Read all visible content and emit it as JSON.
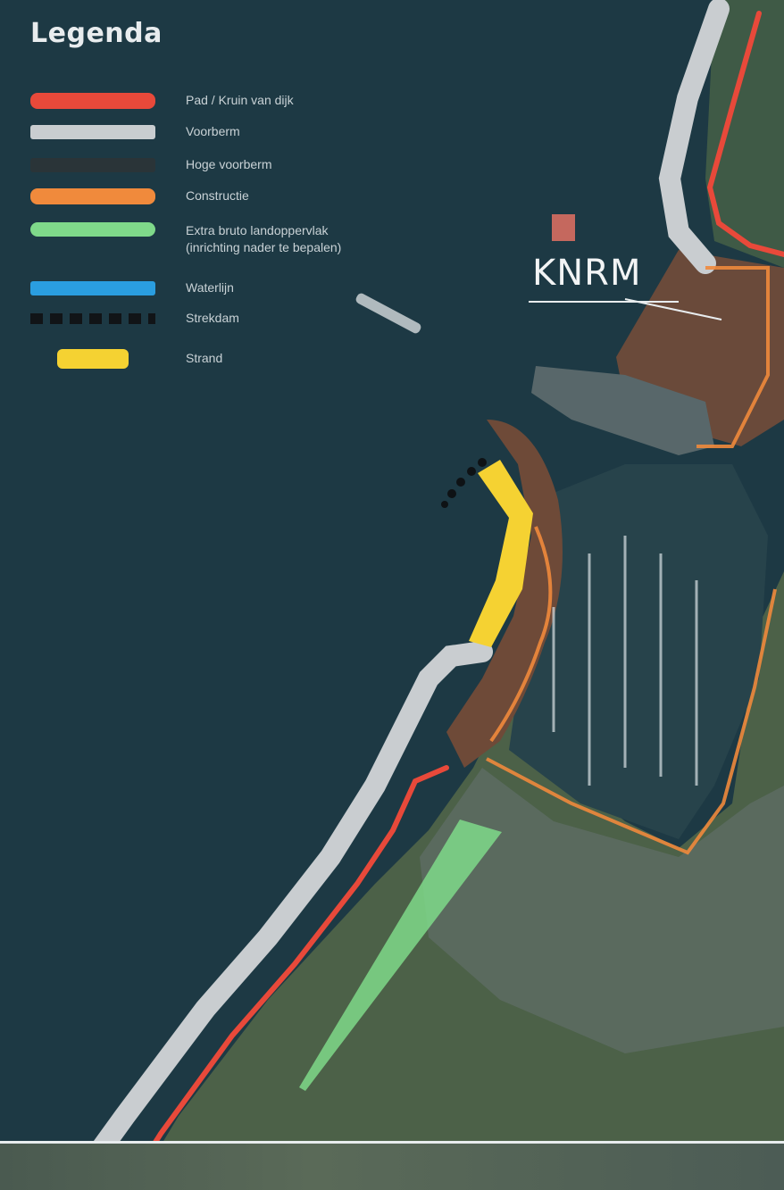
{
  "legend": {
    "title": "Legenda",
    "items": [
      {
        "label": "Pad / Kruin van dijk",
        "color": "#e8493a",
        "style": "solid"
      },
      {
        "label": "Voorberm",
        "color": "#c9cdd0",
        "style": "solid"
      },
      {
        "label": "Hoge voorberm",
        "color": "#2a3438",
        "style": "solid"
      },
      {
        "label": "Constructie",
        "color": "#f08a3c",
        "style": "solid"
      },
      {
        "label": "Extra bruto landoppervlak",
        "label2": "(inrichting nader te bepalen)",
        "color": "#7fd98a",
        "style": "solid"
      },
      {
        "label": "Waterlijn",
        "color": "#2a9ee0",
        "style": "solid"
      },
      {
        "label": "Strekdam",
        "color": "#111417",
        "style": "dashed"
      },
      {
        "label": "Strand",
        "color": "#f5d232",
        "style": "short"
      }
    ]
  },
  "map": {
    "place_label": "KNRM",
    "colors": {
      "water": "#1e3a44",
      "land": "#4a6048",
      "harbor_water": "#26424a",
      "dike_path": "#e8493a",
      "voorberm": "#c9cdd0",
      "construction": "#f08a3c",
      "green_area": "#7fd98a",
      "beach": "#f5d232",
      "pier": "#111417"
    }
  }
}
